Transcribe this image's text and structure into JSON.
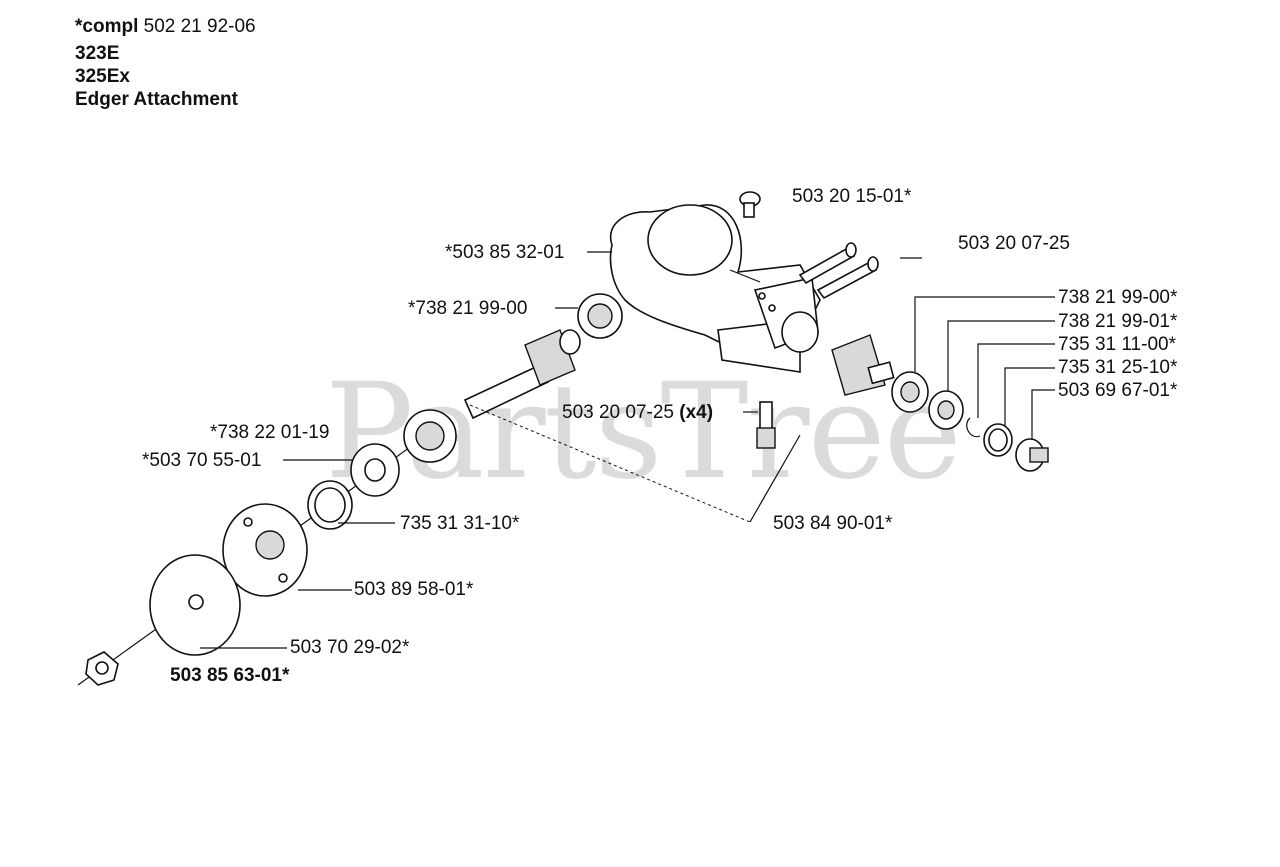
{
  "header": {
    "compl_prefix": "*compl",
    "compl_number": "502 21 92-06",
    "model_1": "323E",
    "model_2": "325Ex",
    "title": "Edger Attachment"
  },
  "watermark": "PartsTree",
  "callouts": [
    {
      "id": "c1",
      "text": "503 20 15-01*"
    },
    {
      "id": "c2",
      "text": "503 20 07-25"
    },
    {
      "id": "c3",
      "text": "*503 85 32-01"
    },
    {
      "id": "c4",
      "text": "*738 21 99-00"
    },
    {
      "id": "c5",
      "text": "738 21 99-00*"
    },
    {
      "id": "c6",
      "text": "738 21 99-01*"
    },
    {
      "id": "c7",
      "text": "735 31 11-00*"
    },
    {
      "id": "c8",
      "text": "735 31 25-10*"
    },
    {
      "id": "c9",
      "text": "503 69 67-01*"
    },
    {
      "id": "c10",
      "text": "503 20 07-25"
    },
    {
      "id": "c10b",
      "text": "(x4)"
    },
    {
      "id": "c11",
      "text": "*738 22 01-19"
    },
    {
      "id": "c12",
      "text": "*503 70 55-01"
    },
    {
      "id": "c13",
      "text": "735 31 31-10*"
    },
    {
      "id": "c14",
      "text": "503 84 90-01*"
    },
    {
      "id": "c15",
      "text": "503 89 58-01*"
    },
    {
      "id": "c16",
      "text": "503 70 29-02*"
    },
    {
      "id": "c17",
      "text": "503 85 63-01*"
    }
  ]
}
